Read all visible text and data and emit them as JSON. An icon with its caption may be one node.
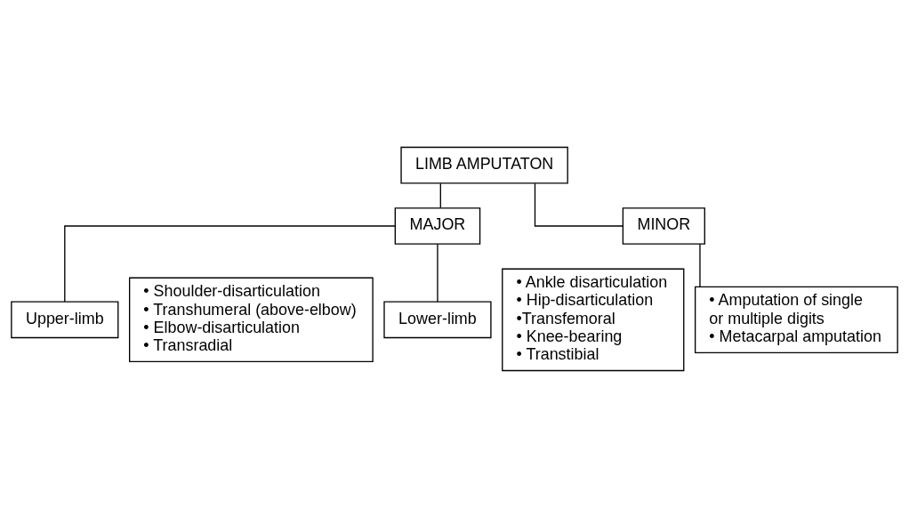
{
  "diagram": {
    "nodes": [
      {
        "text": [
          "LIMB AMPUTATON"
        ]
      },
      {
        "text": [
          "MAJOR"
        ]
      },
      {
        "text": [
          "MINOR"
        ]
      },
      {
        "text": [
          "Upper-limb"
        ]
      },
      {
        "text": [
          "Lower-limb"
        ]
      },
      {
        "text": [
          "• Shoulder-disarticulation",
          "• Transhumeral (above-elbow)",
          "• Elbow-disarticulation",
          "• Transradial"
        ]
      },
      {
        "text": [
          "• Ankle disarticulation",
          "• Hip-disarticulation",
          "•Transfemoral",
          "• Knee-bearing",
          "• Transtibial"
        ]
      },
      {
        "text": [
          "• Amputation of single or multiple digits",
          "• Metacarpal amputation"
        ]
      }
    ],
    "edges": [
      {
        "from": 0,
        "to": 1,
        "arrow": "none"
      },
      {
        "from": 0,
        "to": 2,
        "arrow": "none"
      },
      {
        "from": 1,
        "to": 3,
        "arrow": "none"
      },
      {
        "from": 1,
        "to": 4,
        "arrow": "none"
      },
      {
        "from": 2,
        "to": 7,
        "arrow": "none"
      }
    ]
  }
}
